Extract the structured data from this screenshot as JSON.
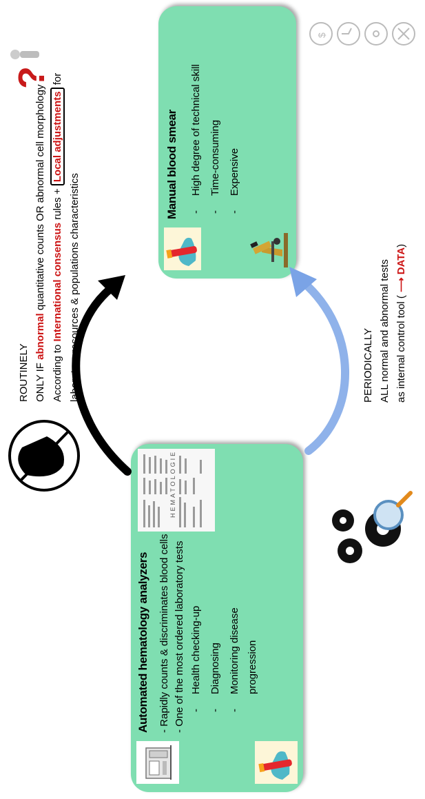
{
  "left_box": {
    "title": "Automated hematology analyzers",
    "line1": "- Rapidly counts & discriminates blood cells",
    "line2": "- One of the most ordered laboratory tests",
    "items": [
      "Health checking-up",
      "Diagnosing",
      "Monitoring disease",
      "progression"
    ],
    "report_label": "HEMATOLOGIE"
  },
  "right_box": {
    "title": "Manual blood smear",
    "items": [
      "High degree of technical skill",
      "Time-consuming",
      "Expensive"
    ]
  },
  "top_text": {
    "l1": "ROUTINELY",
    "l2_a": "ONLY IF ",
    "l2_b": "abnormal",
    "l2_c": " quantitative counts OR abnormal cell morphology",
    "l3_a": "According to ",
    "l3_b": "International consensus",
    "l3_c": " rules + ",
    "l3_d": "Local adjustments",
    "l3_e": " for",
    "l4": "laboratory resources  & populations characteristics"
  },
  "bottom_text": {
    "l1": "PERIODICALLY",
    "l2": "ALL normal and abnormal tests",
    "l3_a": "as internal control tool ( ",
    "l3_b": "⟶ DATA",
    "l3_c": ")"
  },
  "colors": {
    "box": "#7fdeb1",
    "red": "#cc1414",
    "arrow_blue": "#7aa3e6",
    "arrow_black": "#000000"
  },
  "icons": [
    "analyzer-machine-icon",
    "blood-tube-hand-icon",
    "lab-report-icon",
    "no-entry-icon",
    "question-person-icon",
    "microscope-icon",
    "time-money-icon",
    "gears-magnifier-icon"
  ]
}
